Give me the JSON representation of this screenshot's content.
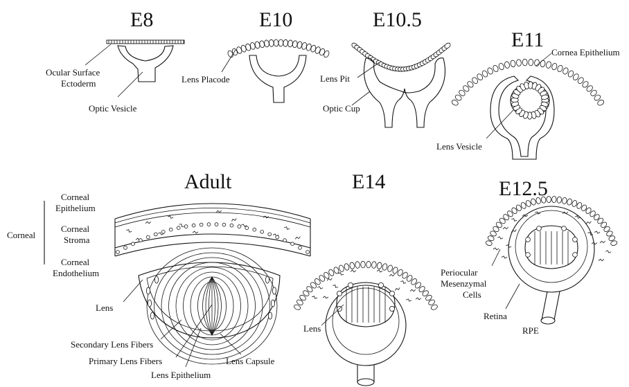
{
  "stages": {
    "e8": "E8",
    "e10": "E10",
    "e10_5": "E10.5",
    "e11": "E11",
    "adult": "Adult",
    "e14": "E14",
    "e12_5": "E12.5"
  },
  "labels": {
    "ocular_surface_1": "Ocular Surface",
    "ocular_surface_2": "Ectoderm",
    "optic_vesicle": "Optic Vesicle",
    "lens_placode": "Lens Placode",
    "lens_pit": "Lens Pit",
    "optic_cup": "Optic Cup",
    "cornea_epithelium": "Cornea Epithelium",
    "lens_vesicle": "Lens Vesicle",
    "corneal": "Corneal",
    "corneal_epi_1": "Corneal",
    "corneal_epi_2": "Epithelium",
    "corneal_stroma_1": "Corneal",
    "corneal_stroma_2": "Stroma",
    "corneal_endo_1": "Corneal",
    "corneal_endo_2": "Endothelium",
    "adult_lens": "Lens",
    "secondary_fibers": "Secondary Lens Fibers",
    "primary_fibers": "Primary Lens Fibers",
    "lens_epithelium": "Lens Epithelium",
    "lens_capsule": "Lens Capsule",
    "e14_lens": "Lens",
    "periocular_1": "Periocular",
    "periocular_2": "Mesenzymal",
    "periocular_3": "Cells",
    "retina": "Retina",
    "rpe": "RPE"
  }
}
